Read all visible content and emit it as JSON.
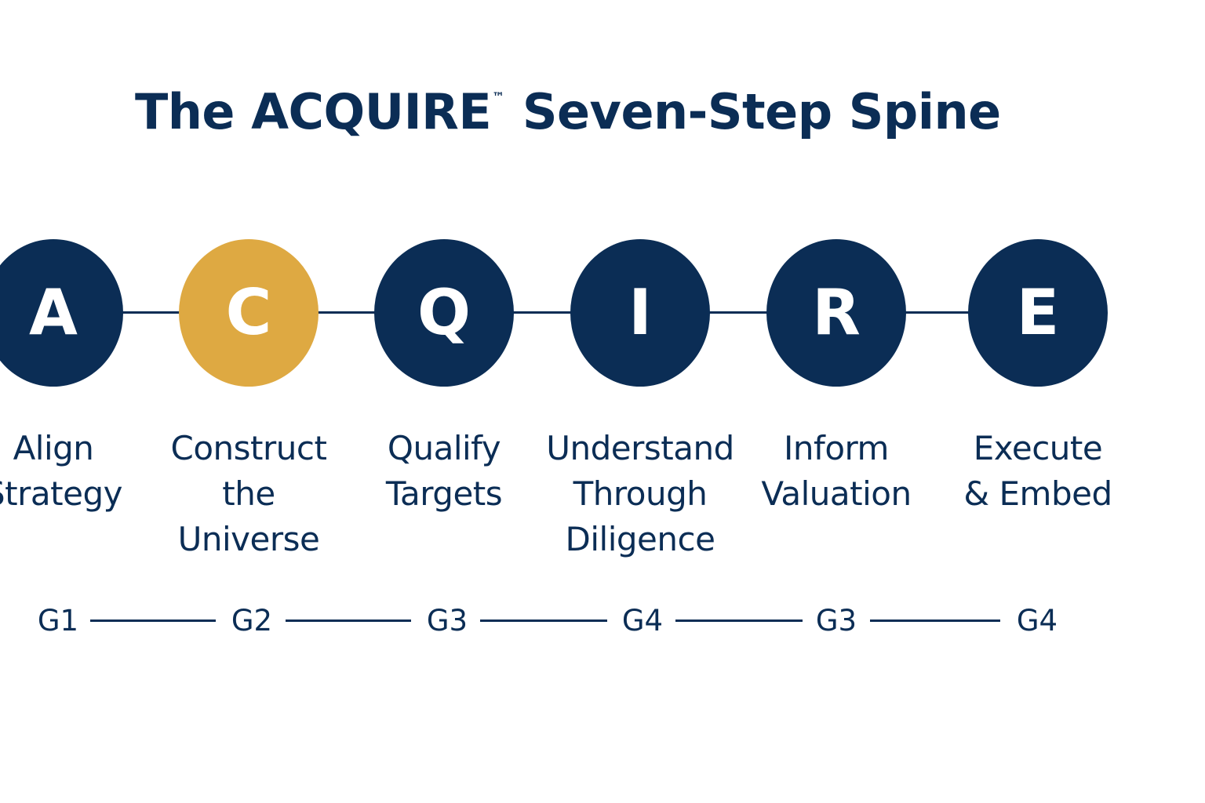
{
  "title": {
    "main": "The ACQUIRE",
    "mark": "™",
    "rest": " Seven-Step Spine"
  },
  "colors": {
    "primary": "#0b2d55",
    "highlight": "#dea942",
    "background": "#ffffff"
  },
  "steps": [
    {
      "letter": "A",
      "label": "Align\nStrategy",
      "highlighted": false
    },
    {
      "letter": "C",
      "label": "Construct\nthe Universe",
      "highlighted": true
    },
    {
      "letter": "Q",
      "label": "Qualify\nTargets",
      "highlighted": false
    },
    {
      "letter": "I",
      "label": "Understand\nThrough\nDiligence",
      "highlighted": false
    },
    {
      "letter": "R",
      "label": "Inform\nValuation",
      "highlighted": false
    },
    {
      "letter": "E",
      "label": "Execute\n& Embed",
      "highlighted": false
    }
  ],
  "gates": [
    "G1",
    "G2",
    "G3",
    "G4",
    "G3",
    "G4"
  ]
}
